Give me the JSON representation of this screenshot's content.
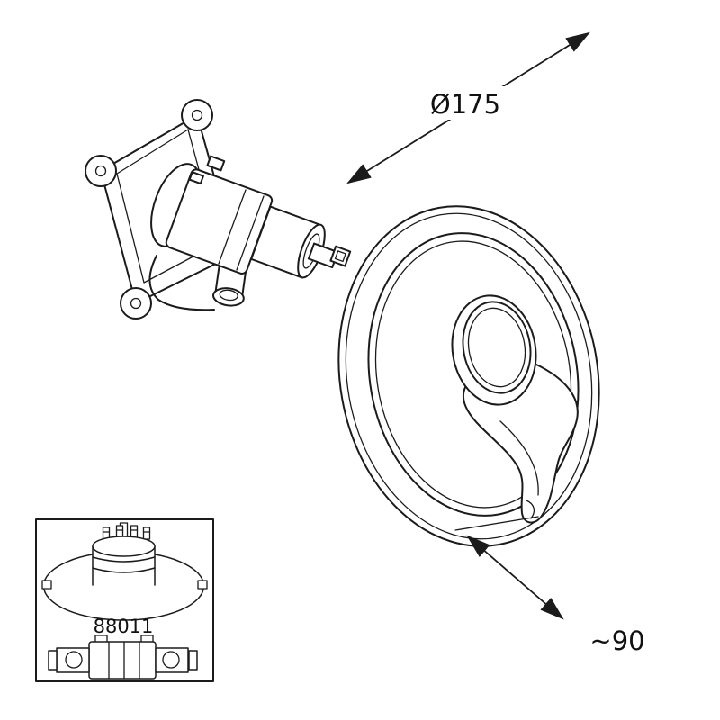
{
  "page": {
    "background_color": "#ffffff",
    "line_color": "#1b1b1b"
  },
  "drawing": {
    "dimension_diameter_label": "Ø175",
    "dimension_width_label": "~90",
    "inset": {
      "part_number_label": "88011"
    }
  }
}
